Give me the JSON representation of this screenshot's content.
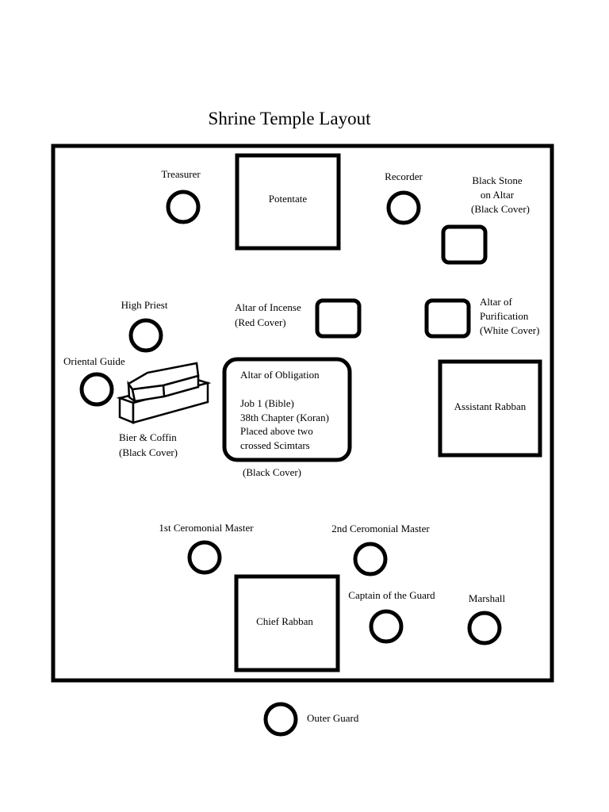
{
  "title": "Shrine Temple Layout",
  "stations": {
    "treasurer": "Treasurer",
    "potentate": "Potentate",
    "recorder": "Recorder",
    "black_stone": [
      "Black Stone",
      "on Altar",
      "(Black Cover)"
    ],
    "high_priest": "High Priest",
    "altar_incense": [
      "Altar of Incense",
      "(Red Cover)"
    ],
    "altar_purification": [
      "Altar of",
      "Purification",
      "(White Cover)"
    ],
    "oriental_guide": "Oriental Guide",
    "altar_obligation": [
      "Altar of Obligation",
      "",
      "Job 1 (Bible)",
      "38th Chapter (Koran)",
      "Placed above two",
      "crossed Scimtars"
    ],
    "altar_obligation_cover": "(Black Cover)",
    "assistant_rabban": "Assistant Rabban",
    "bier_coffin": [
      "Bier & Coffin",
      "(Black Cover)"
    ],
    "first_ceremonial_master": "1st Ceromonial Master",
    "second_ceremonial_master": "2nd Ceromonial Master",
    "chief_rabban": "Chief Rabban",
    "captain_guard": "Captain of the Guard",
    "marshall": "Marshall",
    "outer_guard": "Outer Guard"
  }
}
